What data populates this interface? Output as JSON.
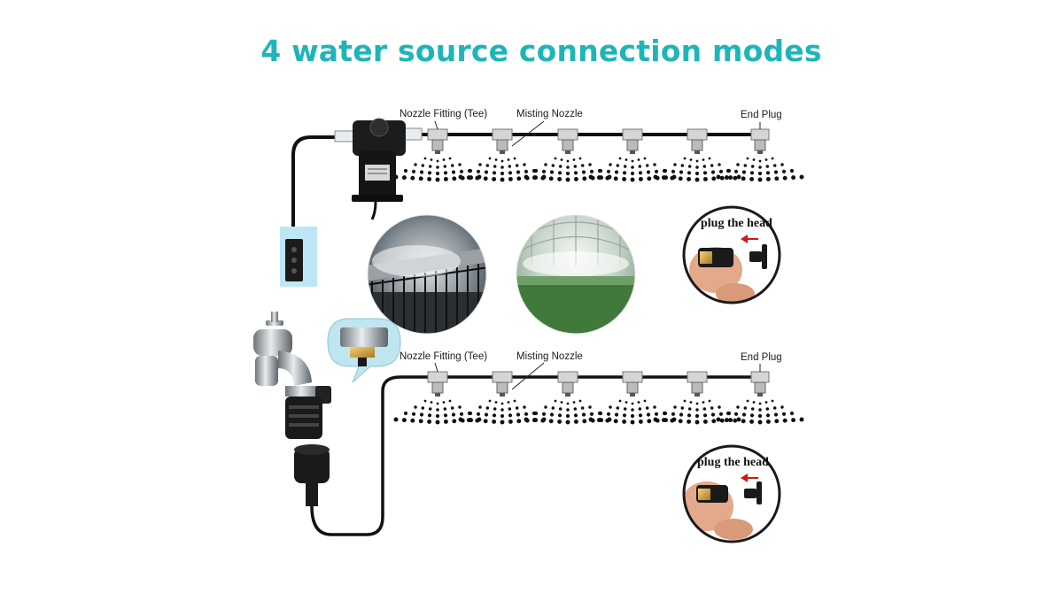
{
  "title": "4 water source connection modes",
  "top_line": {
    "fitting_label": "Nozzle Fitting (Tee)",
    "nozzle_label": "Misting Nozzle",
    "end_label": "End Plug"
  },
  "bottom_line": {
    "fitting_label": "Nozzle Fitting (Tee)",
    "nozzle_label": "Misting Nozzle",
    "end_label": "End Plug"
  },
  "plug_callouts": [
    "plug the head",
    "plug the head"
  ],
  "colors": {
    "title": "#1fb5b8",
    "tube": "#111111",
    "bubble": "#bfe6f0"
  }
}
